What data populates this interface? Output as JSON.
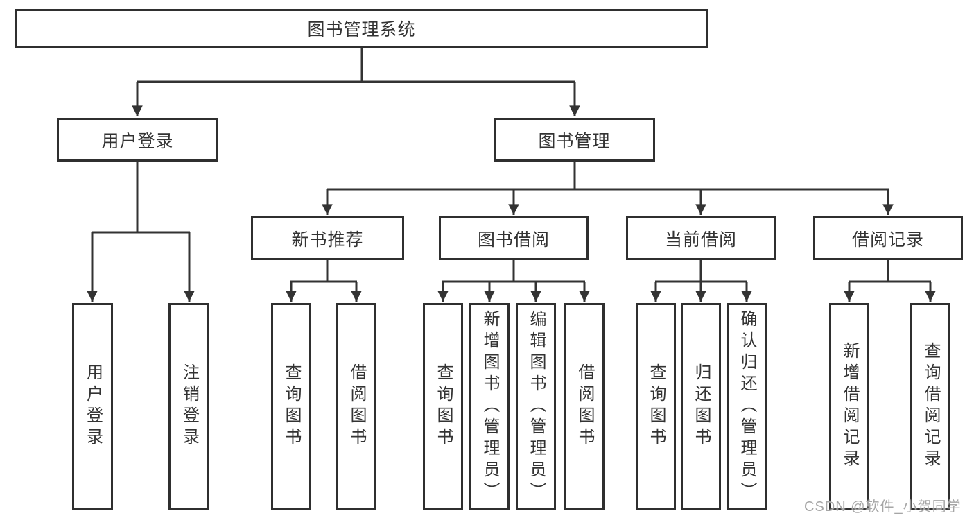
{
  "diagram": {
    "type": "tree-hierarchy",
    "title": "图书管理系统"
  },
  "colors": {
    "background": "#ffffff",
    "border": "#2f2f2f",
    "line": "#333333",
    "text": "#333333",
    "watermark": "#a6a6a6"
  },
  "nodes": {
    "root": {
      "label": "图书管理系统"
    },
    "user_login": {
      "label": "用户登录"
    },
    "book_mgmt": {
      "label": "图书管理"
    },
    "new_book_rec": {
      "label": "新书推荐"
    },
    "book_borrow": {
      "label": "图书借阅"
    },
    "current_borrow": {
      "label": "当前借阅"
    },
    "borrow_records": {
      "label": "借阅记录"
    },
    "user_login_children": [
      {
        "label": "用户登录"
      },
      {
        "label": "注销登录"
      }
    ],
    "new_book_rec_children": [
      {
        "label": "查询图书"
      },
      {
        "label": "借阅图书"
      }
    ],
    "book_borrow_children": [
      {
        "label": "查询图书"
      },
      {
        "label": "新增图书（管理员）"
      },
      {
        "label": "编辑图书（管理员）"
      },
      {
        "label": "借阅图书"
      }
    ],
    "current_borrow_children": [
      {
        "label": "查询图书"
      },
      {
        "label": "归还图书"
      },
      {
        "label": "确认归还（管理员）"
      }
    ],
    "borrow_records_children": [
      {
        "label": "新增借阅记录"
      },
      {
        "label": "查询借阅记录"
      }
    ]
  },
  "watermark": {
    "text": "CSDN @软件_小贺同学"
  }
}
